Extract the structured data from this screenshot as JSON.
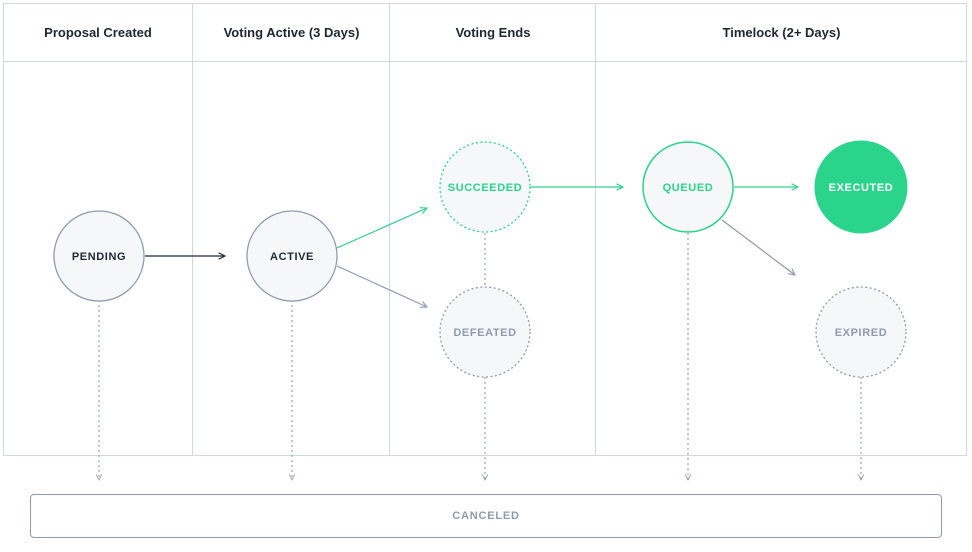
{
  "columns": [
    {
      "label": "Proposal Created"
    },
    {
      "label": "Voting Active (3 Days)"
    },
    {
      "label": "Voting Ends"
    },
    {
      "label": "Timelock (2+ Days)"
    }
  ],
  "states": {
    "pending": "PENDING",
    "active": "ACTIVE",
    "succeeded": "SUCCEEDED",
    "defeated": "DEFEATED",
    "queued": "QUEUED",
    "executed": "EXECUTED",
    "expired": "EXPIRED",
    "canceled": "CANCELED"
  },
  "colors": {
    "green": "#2ad48a",
    "dark": "#1f2733",
    "muted": "#8e9bb0",
    "node_fill": "#f6f7f9",
    "border": "#d2d8e0"
  }
}
